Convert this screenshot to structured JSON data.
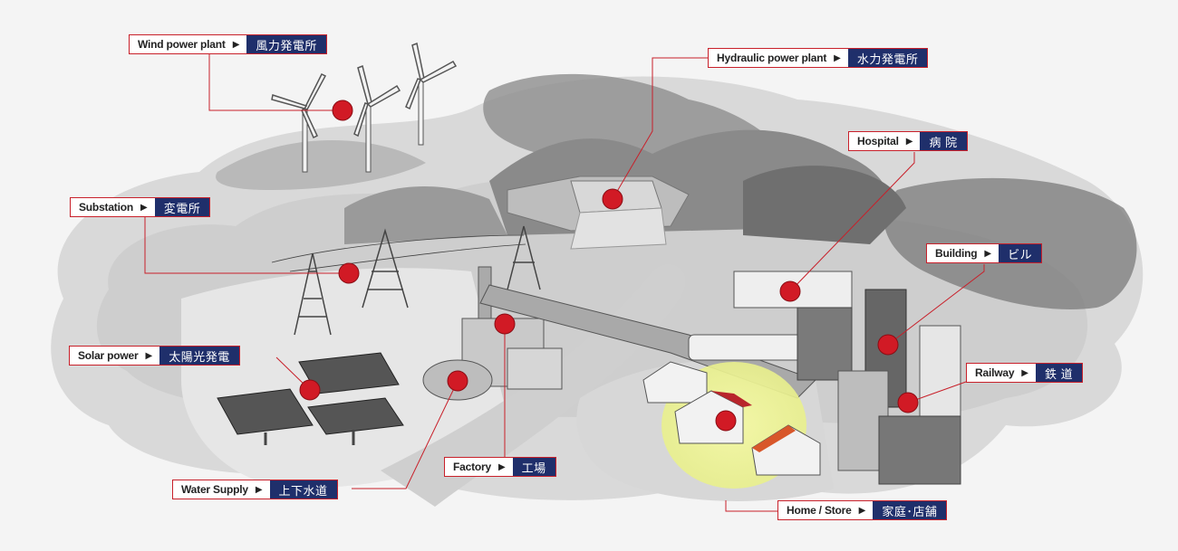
{
  "colors": {
    "accent_red": "#d11a25",
    "label_blue": "#1f2f6b",
    "leader_line": "#c8202a"
  },
  "labels": {
    "wind": {
      "en": "Wind power plant",
      "jp": "風力発電所"
    },
    "hydraulic": {
      "en": "Hydraulic power plant",
      "jp": "水力発電所"
    },
    "hospital": {
      "en": "Hospital",
      "jp": "病 院"
    },
    "substation": {
      "en": "Substation",
      "jp": "変電所"
    },
    "building": {
      "en": "Building",
      "jp": "ビル"
    },
    "solar": {
      "en": "Solar power",
      "jp": "太陽光発電"
    },
    "railway": {
      "en": "Railway",
      "jp": "鉄 道"
    },
    "factory": {
      "en": "Factory",
      "jp": "工場"
    },
    "water": {
      "en": "Water Supply",
      "jp": "上下水道"
    },
    "home": {
      "en": "Home / Store",
      "jp": "家庭･店舗"
    }
  },
  "arrow_glyph": "▶"
}
